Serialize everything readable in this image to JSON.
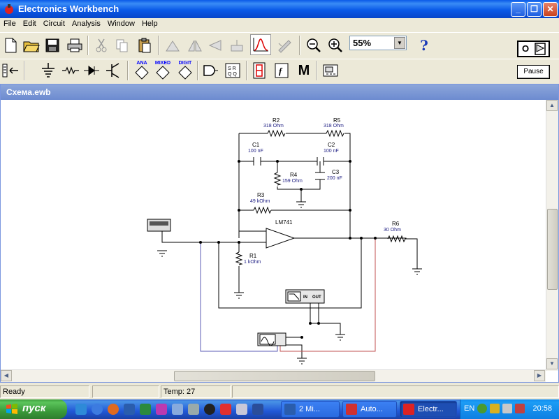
{
  "window": {
    "title": "Electronics Workbench"
  },
  "menu": [
    "File",
    "Edit",
    "Circuit",
    "Analysis",
    "Window",
    "Help"
  ],
  "toolbar": {
    "zoom": "55%",
    "pause_label": "Pause",
    "power_state": "O"
  },
  "palette": {
    "ana": "ANA",
    "mixed": "MIXED",
    "digit": "DIGIT",
    "m_label": "M"
  },
  "document": {
    "title": "Схема.ewb"
  },
  "circuit": {
    "r2": {
      "label": "R2",
      "value": "318 Ohm"
    },
    "r5": {
      "label": "R5",
      "value": "318 Ohm"
    },
    "c1": {
      "label": "C1",
      "value": "100 nF"
    },
    "c2": {
      "label": "C2",
      "value": "100 nF"
    },
    "r4": {
      "label": "R4",
      "value": "159 Ohm"
    },
    "c3": {
      "label": "C3",
      "value": "200 nF"
    },
    "r3": {
      "label": "R3",
      "value": "49 kOhm"
    },
    "opamp": {
      "label": "LM741"
    },
    "r1": {
      "label": "R1",
      "value": "1 kOhm"
    },
    "r6": {
      "label": "R6",
      "value": "30 Ohm"
    },
    "plotter": {
      "label_in": "IN",
      "label_out": "OUT"
    }
  },
  "status": {
    "left": "Ready",
    "temp": "Temp:  27"
  },
  "taskbar": {
    "start": "пуск",
    "items": [
      "2 Mi...",
      "Auto...",
      "Electr..."
    ],
    "lang": "EN",
    "clock": "20:58"
  },
  "colors": {
    "wire": "#000000",
    "probe_blue": "#5b5bb5",
    "probe_red": "#c05050",
    "accent": "#0A5AE8"
  }
}
